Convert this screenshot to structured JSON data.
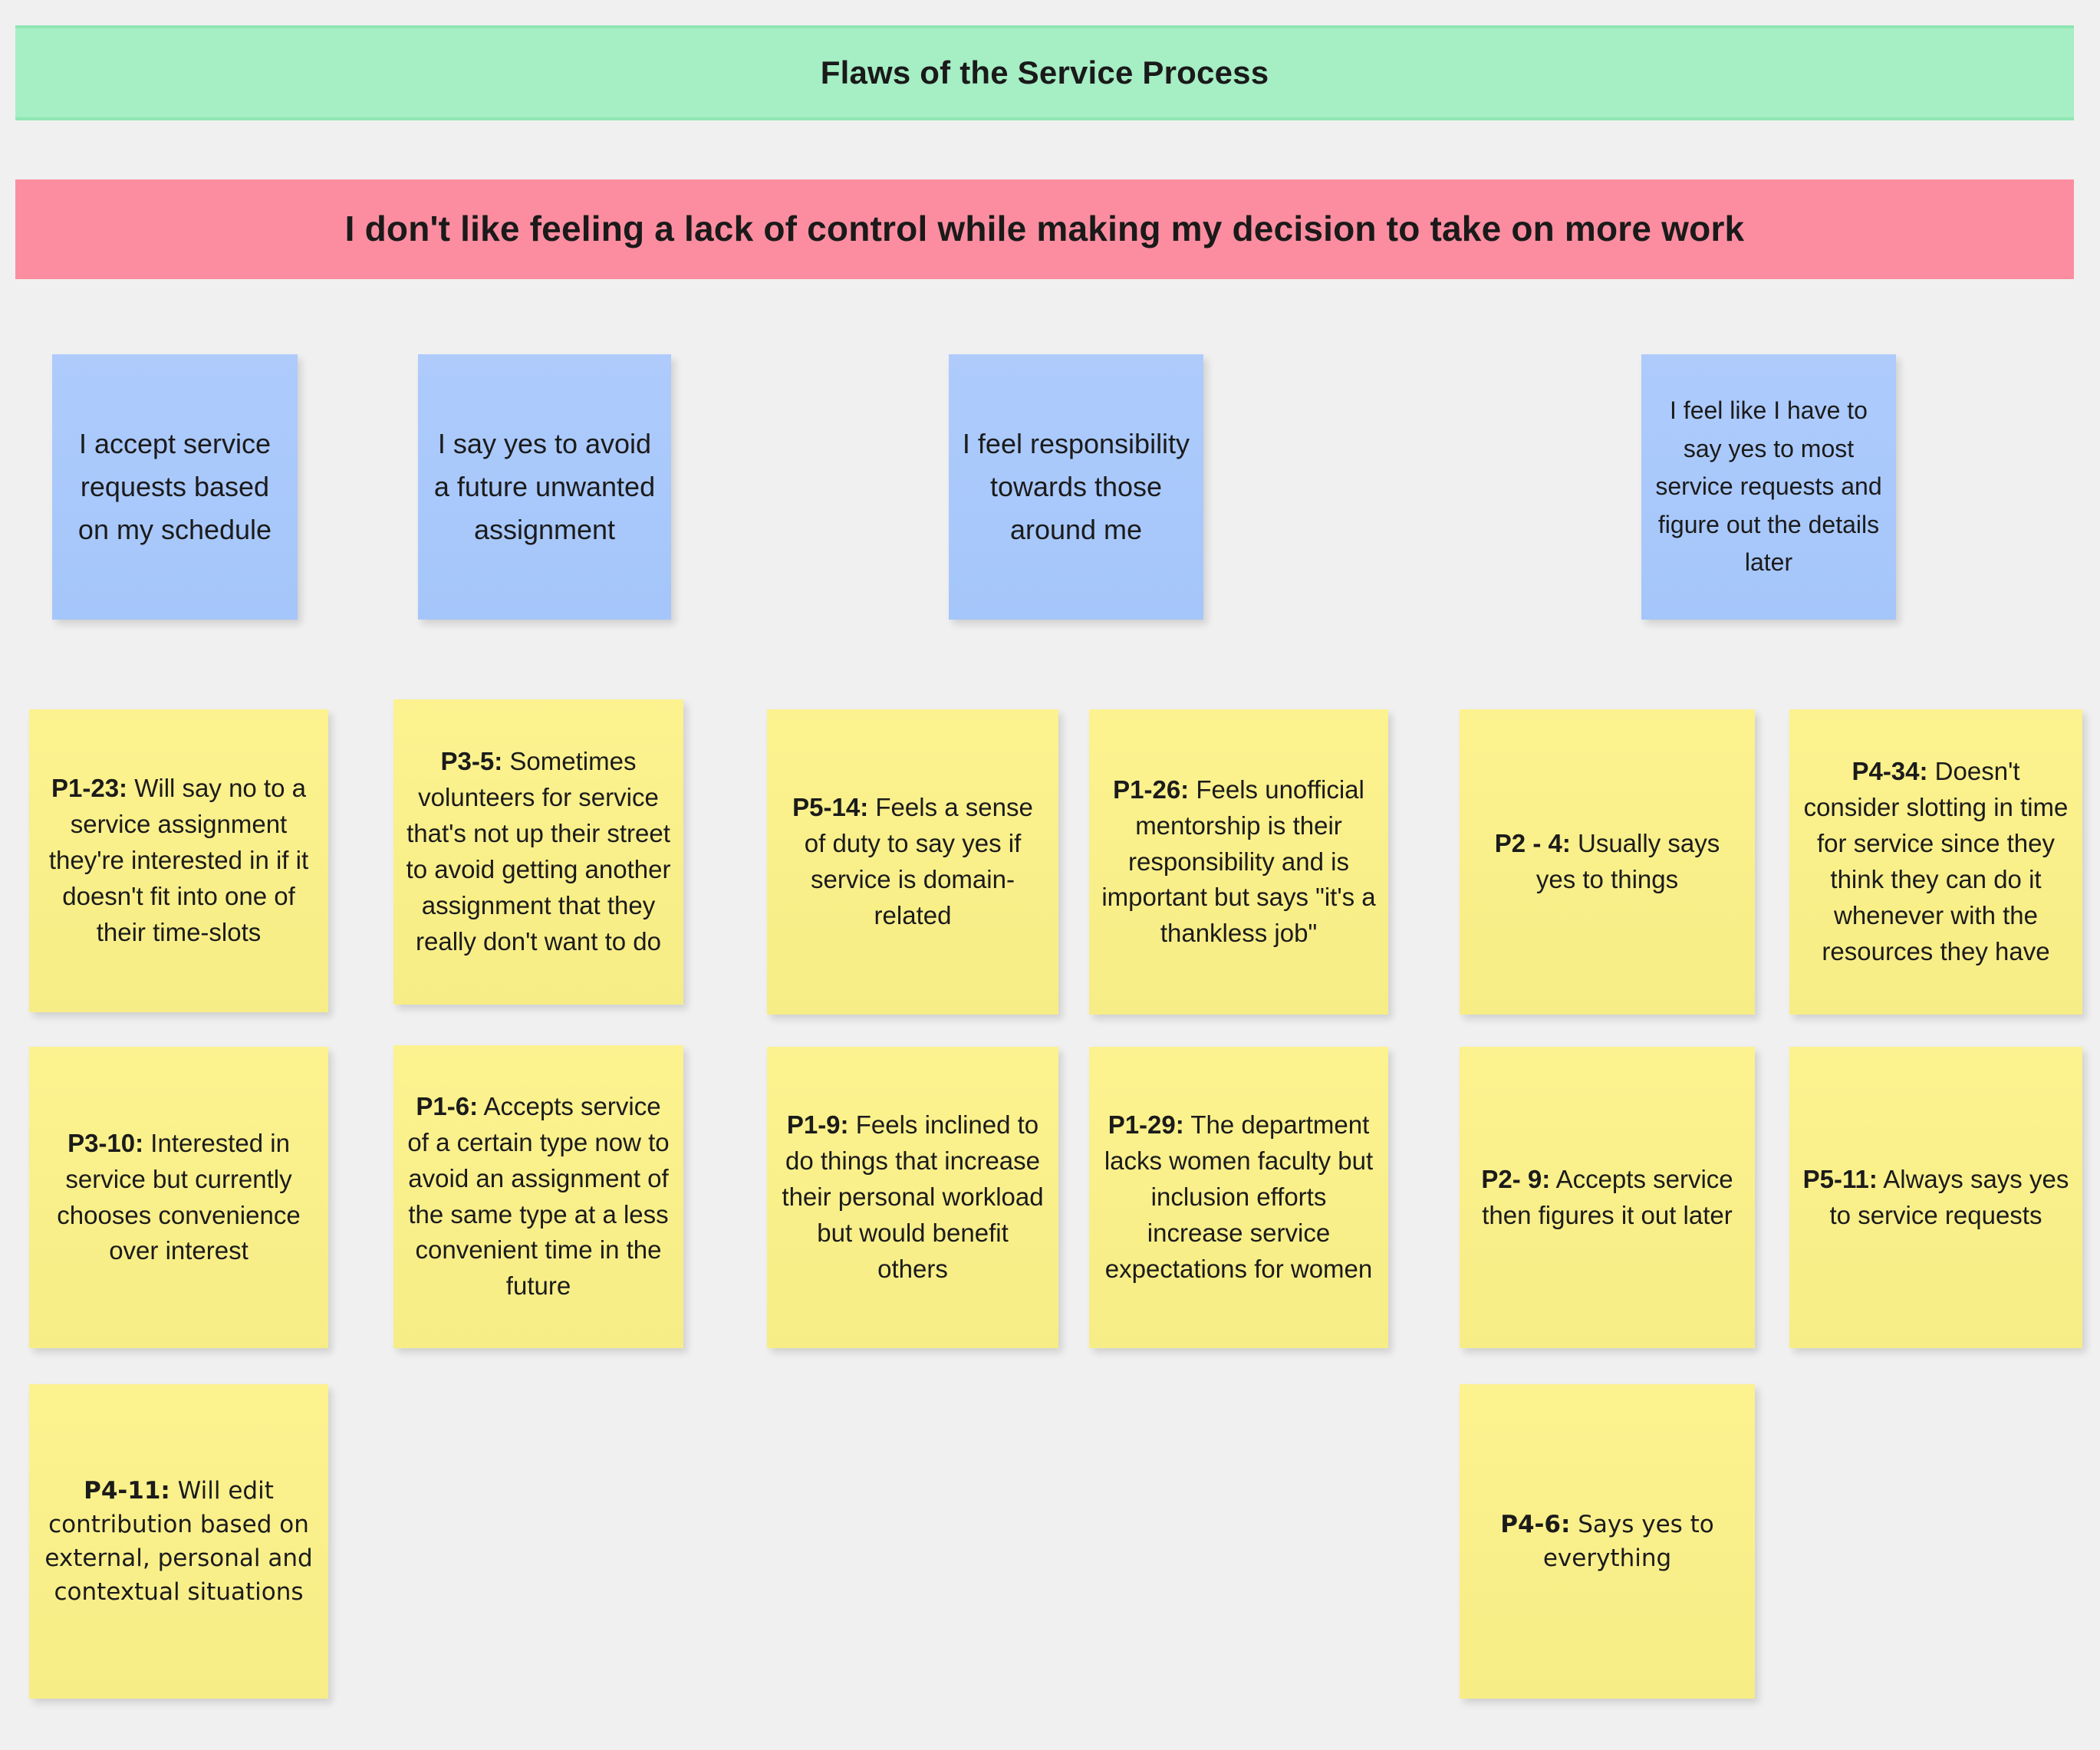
{
  "board": {
    "background_color": "#f0f0f0",
    "theme_banner": {
      "label": "Flaws of the Service Process",
      "color": "#a6eec4"
    },
    "insight_banner": {
      "label": "I don't like feeling a lack of control while making my decision to take on more work",
      "color": "#fc8da0"
    }
  },
  "blue_notes": [
    {
      "text": "I accept service requests based on my schedule"
    },
    {
      "text": "I say yes to avoid a future unwanted assignment"
    },
    {
      "text": "I feel responsibility towards those around me"
    },
    {
      "text": "I feel like I have to say yes to most service requests and figure out the details later"
    }
  ],
  "yellow_notes": [
    {
      "code": "P1-23:",
      "text": " Will say no to a service assignment they're interested in if it doesn't fit into one of their time-slots"
    },
    {
      "code": "P3-5:",
      "text": " Sometimes volunteers for service that's not up their street to avoid getting another assignment that they really don't want to do"
    },
    {
      "code": "P5-14:",
      "text": " Feels a sense of duty to say yes if service is domain-related"
    },
    {
      "code": "P1-26:",
      "text": " Feels unofficial mentorship is their responsibility and is important but says \"it's a thankless job\""
    },
    {
      "code": "P2 - 4:",
      "text": " Usually says yes to things"
    },
    {
      "code": "P4-34:",
      "text": " Doesn't consider slotting in time for service since they think they can do it whenever with the resources they have"
    },
    {
      "code": "P3-10:",
      "text": " Interested in service but currently chooses convenience over interest"
    },
    {
      "code": "P1-6:",
      "text": " Accepts service of a certain type now to avoid an assignment of the same type at a less convenient time in the future"
    },
    {
      "code": "P1-9:",
      "text": " Feels inclined to do things that increase their personal workload but would benefit others"
    },
    {
      "code": "P1-29:",
      "text": " The department lacks women faculty but inclusion efforts increase service expectations for women"
    },
    {
      "code": "P2- 9:",
      "text": " Accepts service then figures it out later"
    },
    {
      "code": "P5-11:",
      "text": " Always says yes to service requests"
    },
    {
      "code": "P4-11:",
      "text": " Will edit contribution based on external, personal and contextual situations"
    },
    {
      "code": "P4-6:",
      "text": " Says yes to everything"
    }
  ],
  "colors": {
    "blue_note": "#a9c9fb",
    "yellow_note": "#faf08a",
    "green_banner": "#a6eec4",
    "pink_banner": "#fc8da0",
    "text": "#1b1b1b"
  }
}
